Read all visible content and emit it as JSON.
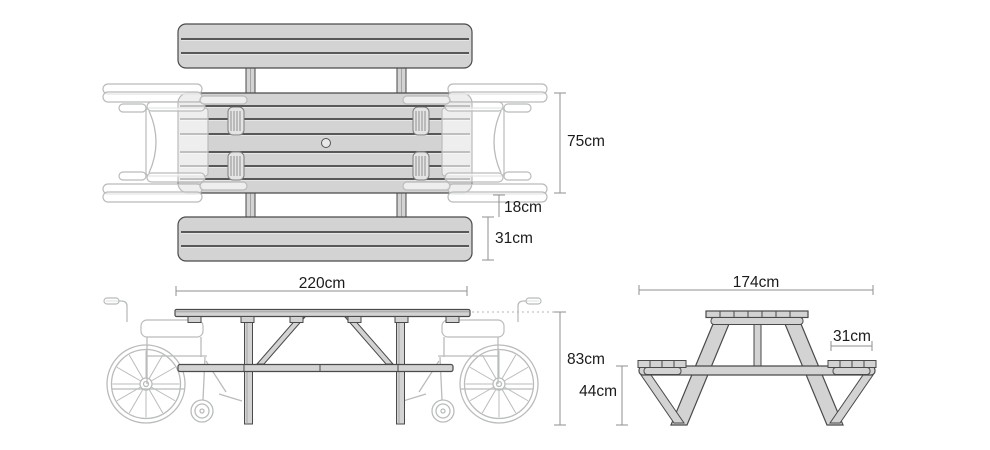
{
  "labels": {
    "plan_table_width": "75cm",
    "plan_bench_gap": "18cm",
    "plan_bench_depth": "31cm",
    "side_table_length": "220cm",
    "side_table_height": "83cm",
    "side_seat_height": "44cm",
    "end_overall_width": "174cm",
    "end_bench_depth": "31cm"
  },
  "colors": {
    "wood_fill": "#d3d3d3",
    "wood_light": "#e4e4e4",
    "outline": "#4a4a4a",
    "slat_line": "#2f2f2f",
    "wheelchair_line": "#b9bcbc",
    "dimension_line": "#8f8f8f",
    "label_text": "#1b1b1b",
    "background": "#ffffff"
  }
}
